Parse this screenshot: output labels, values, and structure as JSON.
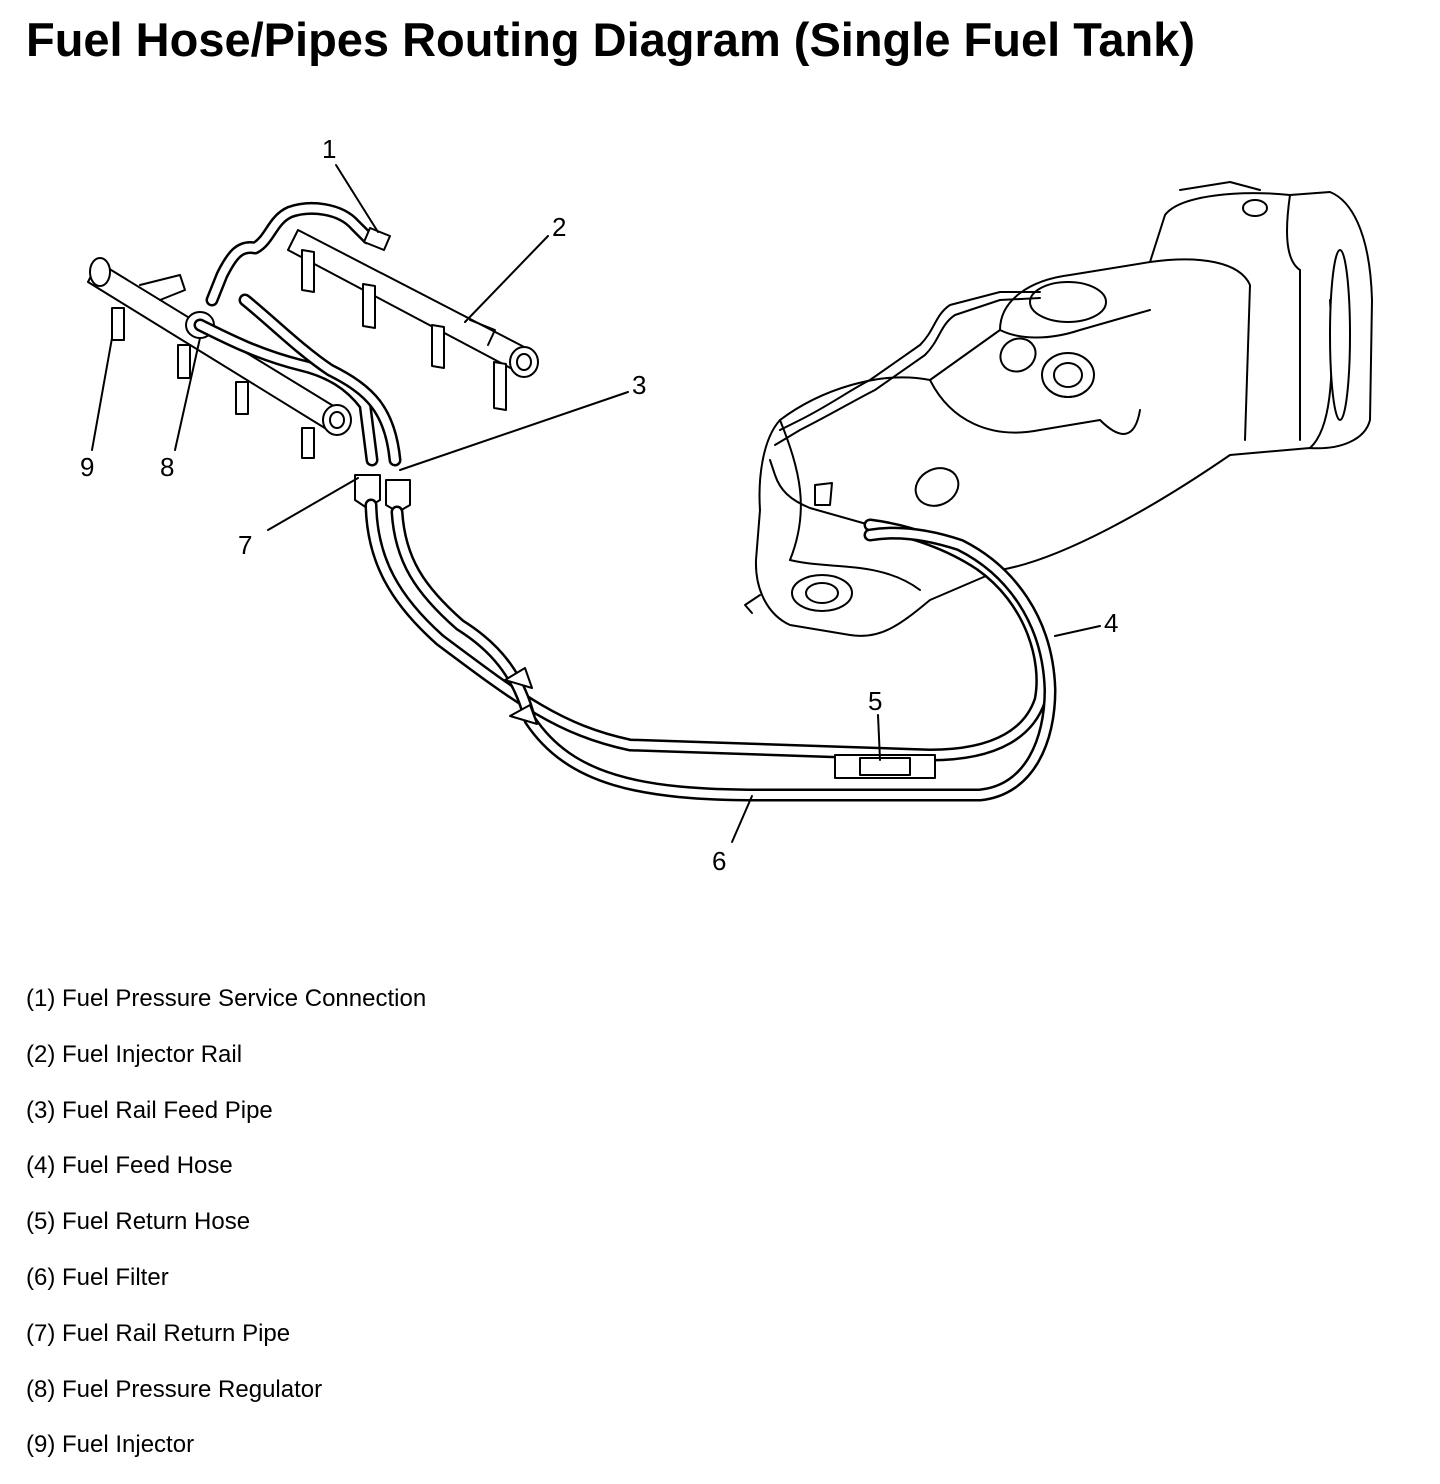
{
  "title": "Fuel Hose/Pipes Routing Diagram (Single Fuel Tank)",
  "callouts": [
    "1",
    "2",
    "3",
    "4",
    "5",
    "6",
    "7",
    "8",
    "9"
  ],
  "legend": [
    "(1) Fuel Pressure Service Connection",
    "(2) Fuel Injector Rail",
    "(3) Fuel Rail Feed Pipe",
    "(4) Fuel Feed Hose",
    "(5) Fuel Return Hose",
    "(6) Fuel Filter",
    "(7) Fuel Rail Return Pipe",
    "(8) Fuel Pressure Regulator",
    "(9) Fuel Injector"
  ]
}
